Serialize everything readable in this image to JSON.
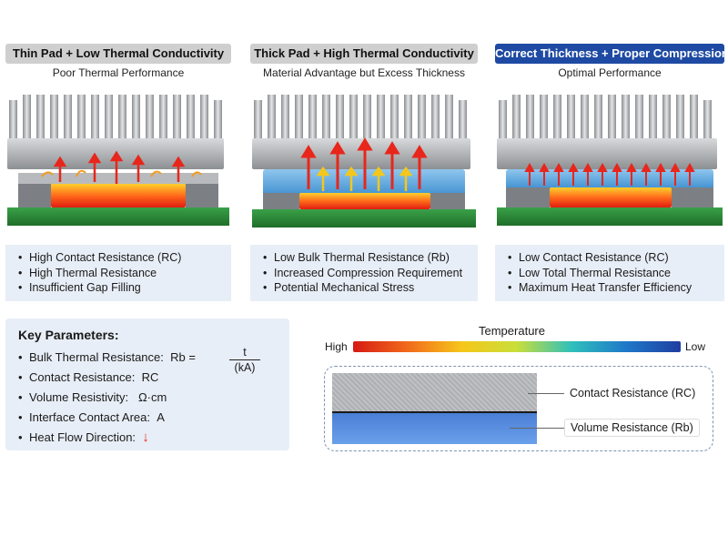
{
  "columns": [
    {
      "title": "Thin Pad + Low Thermal Conductivity",
      "subtitle": "Poor Thermal Performance",
      "bullets": [
        "High Contact Resistance (RС)",
        "High Thermal Resistance",
        "Insufficient  Gap Filling"
      ]
    },
    {
      "title": "Thick Pad + High Thermal Conductivity",
      "subtitle": "Material Advantage but Excess Thickness",
      "bullets": [
        "Low Bulk Thermal Resistance (Rb)",
        "Increased Compression Requirement",
        "Potential Mechanical Stress"
      ]
    },
    {
      "title": "Correct Thickness + Proper Compression",
      "subtitle": "Optimal Performance",
      "bullets": [
        "Low Contact Resistance (RС)",
        "Low Total Thermal Resistance",
        "Maximum Heat Transfer Efficiency"
      ]
    }
  ],
  "key": {
    "title": "Key Parameters:",
    "items": [
      {
        "label": "Bulk Thermal Resistance:",
        "value": "Rb ="
      },
      {
        "label": "Contact Resistance:",
        "value": "RС"
      },
      {
        "label": "Volume Resistivity:",
        "value": "Ω·cm"
      },
      {
        "label": "Interface Contact Area:",
        "value": "A"
      },
      {
        "label": "Heat Flow Direction:",
        "value": "↓"
      }
    ],
    "fraction": {
      "numerator": "t",
      "denominator": "(kA)"
    }
  },
  "temperature": {
    "label": "Temperature",
    "high": "High",
    "low": "Low"
  },
  "legend": {
    "top_label": "Contact Resistance (RС)",
    "bottom_label": "Volume Resistance (Rb)"
  },
  "colors": {
    "accent_blue": "#1f4aa3",
    "pad_blue": "#5aa6df",
    "pcb_green": "#2f8f3a",
    "heat_red": "#e8261b"
  }
}
